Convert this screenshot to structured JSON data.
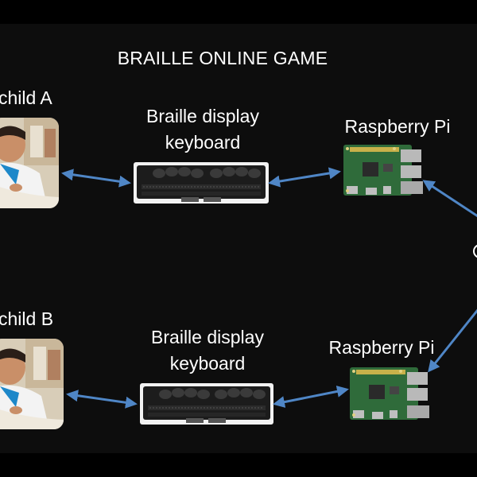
{
  "title": "BRAILLE ONLINE GAME",
  "children": [
    {
      "label": "child A"
    },
    {
      "label": "child B"
    }
  ],
  "devices": [
    {
      "line1": "Braille display",
      "line2": "keyboard"
    },
    {
      "line1": "Braille display",
      "line2": "keyboard"
    }
  ],
  "boards": [
    {
      "label": "Raspberry Pi"
    },
    {
      "label": "Raspberry Pi"
    }
  ],
  "colors": {
    "background": "#0d0d0d",
    "arrow": "#4f86c6",
    "text": "#ffffff",
    "board_green": "#2f6b3a"
  },
  "icons": [
    "child-photo",
    "braille-display-device",
    "raspberry-pi-board",
    "double-arrow"
  ]
}
